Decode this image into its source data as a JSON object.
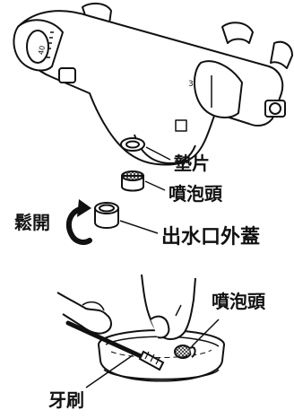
{
  "labels": {
    "gasket": "墊片",
    "aerator_top": "噴泡頭",
    "loosen": "鬆開",
    "outlet_cap": "出水口外蓋",
    "aerator_bottom": "噴泡頭",
    "toothbrush": "牙刷"
  },
  "faucet": {
    "dial_marks": "40",
    "handle_marks": "3"
  },
  "colors": {
    "stroke": "#111111",
    "fill_light": "#ffffff",
    "shade": "#bdbdbd"
  }
}
